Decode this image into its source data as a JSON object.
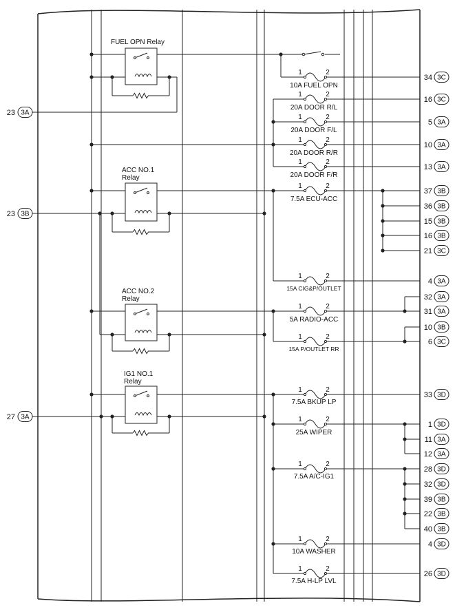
{
  "relays": [
    {
      "id": "fuel",
      "label_lines": [
        "FUEL OPN Relay"
      ]
    },
    {
      "id": "acc1",
      "label_lines": [
        "ACC NO.1",
        "Relay"
      ]
    },
    {
      "id": "acc2",
      "label_lines": [
        "ACC NO.2",
        "Relay"
      ]
    },
    {
      "id": "ig1",
      "label_lines": [
        "IG1 NO.1",
        "Relay"
      ]
    }
  ],
  "fuses": [
    {
      "id": "fuel_opn",
      "label": "10A FUEL OPN"
    },
    {
      "id": "door_rl",
      "label": "20A DOOR R/L"
    },
    {
      "id": "door_fl",
      "label": "20A DOOR F/L"
    },
    {
      "id": "door_rr",
      "label": "20A DOOR R/R"
    },
    {
      "id": "door_fr",
      "label": "20A DOOR F/R"
    },
    {
      "id": "ecu_acc",
      "label": "7.5A ECU-ACC"
    },
    {
      "id": "cig",
      "label": "15A CIG&P/OUTLET"
    },
    {
      "id": "radio_acc",
      "label": "5A RADIO-ACC"
    },
    {
      "id": "poutlet_rr",
      "label": "15A P/OUTLET RR"
    },
    {
      "id": "bkup_lp",
      "label": "7.5A BKUP LP"
    },
    {
      "id": "wiper",
      "label": "25A WIPER"
    },
    {
      "id": "ac_ig1",
      "label": "7.5A A/C-IG1"
    },
    {
      "id": "washer",
      "label": "10A WASHER"
    },
    {
      "id": "hlp_lvl",
      "label": "7.5A H-LP LVL"
    }
  ],
  "fuse_pin_1": "1",
  "fuse_pin_2": "2",
  "left_terminals": [
    {
      "pin": "23",
      "conn": "3A"
    },
    {
      "pin": "23",
      "conn": "3B"
    },
    {
      "pin": "27",
      "conn": "3A"
    }
  ],
  "right_terminals": [
    {
      "pin": "34",
      "conn": "3C"
    },
    {
      "pin": "16",
      "conn": "3C"
    },
    {
      "pin": "5",
      "conn": "3A"
    },
    {
      "pin": "10",
      "conn": "3A"
    },
    {
      "pin": "13",
      "conn": "3A"
    },
    {
      "pin": "37",
      "conn": "3B"
    },
    {
      "pin": "36",
      "conn": "3B"
    },
    {
      "pin": "15",
      "conn": "3B"
    },
    {
      "pin": "16",
      "conn": "3B"
    },
    {
      "pin": "21",
      "conn": "3C"
    },
    {
      "pin": "4",
      "conn": "3A"
    },
    {
      "pin": "32",
      "conn": "3A"
    },
    {
      "pin": "31",
      "conn": "3A"
    },
    {
      "pin": "10",
      "conn": "3B"
    },
    {
      "pin": "6",
      "conn": "3C"
    },
    {
      "pin": "33",
      "conn": "3D"
    },
    {
      "pin": "1",
      "conn": "3D"
    },
    {
      "pin": "11",
      "conn": "3A"
    },
    {
      "pin": "12",
      "conn": "3A"
    },
    {
      "pin": "28",
      "conn": "3D"
    },
    {
      "pin": "32",
      "conn": "3D"
    },
    {
      "pin": "39",
      "conn": "3B"
    },
    {
      "pin": "22",
      "conn": "3B"
    },
    {
      "pin": "40",
      "conn": "3B"
    },
    {
      "pin": "4",
      "conn": "3D"
    },
    {
      "pin": "26",
      "conn": "3D"
    }
  ]
}
